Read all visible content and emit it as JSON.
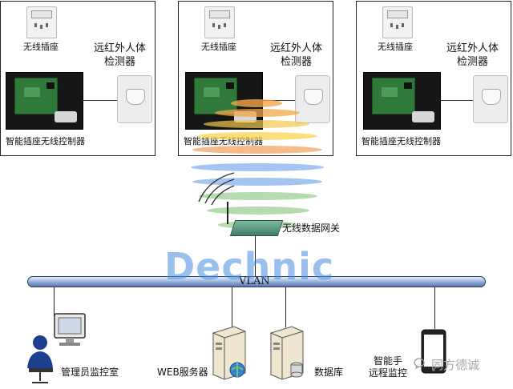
{
  "diagram": {
    "panels": [
      {
        "socket_label": "无线插座",
        "detector_label": "远红外人体\n检测器",
        "controller_label": "智能插座无线控制器"
      },
      {
        "socket_label": "无线插座",
        "detector_label": "远红外人体\n检测器",
        "controller_label": "智能插座无线控制器"
      },
      {
        "socket_label": "无线插座",
        "detector_label": "远红外人体\n检测器",
        "controller_label": "智能插座无线控制器"
      }
    ],
    "gateway_label": "无线数据网关",
    "bus_label": "VLAN",
    "watermark": "Dechnic",
    "nodes": {
      "admin": "管理员监控室",
      "web_server": "WEB服务器",
      "database": "数据库",
      "mobile_line1": "智能手",
      "mobile_line2": "远程监控"
    },
    "brand_watermark": "同方德诚",
    "colors": {
      "bus": "#7f9bd0",
      "logo_blue": "#4a8fd8",
      "logo_orange": "#f2a64a",
      "logo_green": "#7cbf6a"
    }
  }
}
